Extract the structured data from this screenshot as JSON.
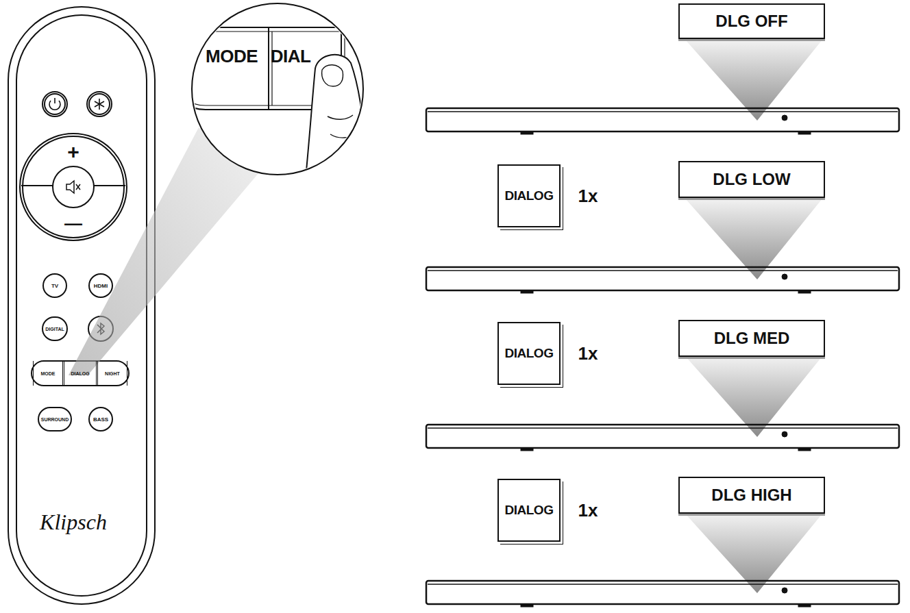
{
  "diagram": {
    "nodes": [
      {
        "text": [
          "TV"
        ]
      },
      {
        "text": [
          "HDMI"
        ]
      },
      {
        "text": [
          "DIGITAL"
        ]
      },
      {
        "text": [
          "MODE"
        ]
      },
      {
        "text": [
          "DIALOG"
        ]
      },
      {
        "text": [
          "NIGHT"
        ]
      },
      {
        "text": [
          "SURROUND"
        ]
      },
      {
        "text": [
          "BASS"
        ]
      },
      {
        "text": [
          "MODE"
        ]
      },
      {
        "text": [
          "DIAL"
        ]
      },
      {
        "text": [
          "DLG OFF"
        ]
      },
      {
        "text": [
          "DIALOG"
        ]
      },
      {
        "text": [
          "DLG LOW"
        ]
      },
      {
        "text": [
          "DIALOG"
        ]
      },
      {
        "text": [
          "DLG MED"
        ]
      },
      {
        "text": [
          "DIALOG"
        ]
      },
      {
        "text": [
          "DLG HIGH"
        ]
      }
    ],
    "labels": [
      "+",
      "—",
      "Klipsch",
      "1x",
      "1x",
      "1x"
    ]
  }
}
